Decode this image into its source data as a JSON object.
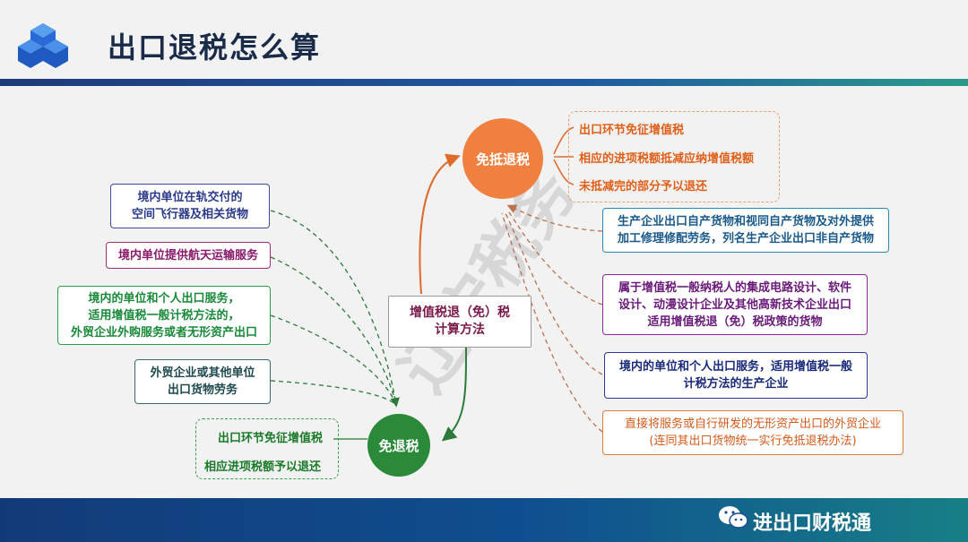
{
  "header": {
    "title": "出口退税怎么算"
  },
  "footer": {
    "account": "进出口财税通"
  },
  "watermark_text": "辽宁税务",
  "center": {
    "label_line1": "增值税退（免）税",
    "label_line2": "计算方法"
  },
  "mtt": {
    "label": "免退税",
    "items": [
      "出口环节免征增值税",
      "相应进项税额予以退还"
    ],
    "sources": [
      {
        "line1": "境内单位在轨交付的",
        "line2": "空间飞行器及相关货物"
      },
      {
        "line1": "境内单位提供航天运输服务",
        "line2": ""
      },
      {
        "line1": "境内的单位和个人出口服务，",
        "line2": "适用增值税一般计税方法的，",
        "line3": "外贸企业外购服务或者无形资产出口"
      },
      {
        "line1": "外贸企业或其他单位",
        "line2": "出口货物劳务"
      }
    ]
  },
  "mdt": {
    "label": "免抵退税",
    "items": [
      "出口环节免征增值税",
      "相应的进项税额抵减应纳增值税额",
      "未抵减完的部分予以退还"
    ],
    "sources": [
      {
        "line1": "生产企业出口自产货物和视同自产货物及对外提供",
        "line2": "加工修理修配劳务，列名生产企业出口非自产货物"
      },
      {
        "line1": "属于增值税一般纳税人的集成电路设计、软件",
        "line2": "设计、动漫设计企业及其他高新技术企业出口",
        "line3": "适用增值税退（免）税政策的货物"
      },
      {
        "line1": "境内的单位和个人出口服务，适用增值税一般",
        "line2": "计税方法的生产企业"
      },
      {
        "line1": "直接将服务或自行研发的无形资产出口的外贸企业",
        "line2": "(连同其出口货物统一实行免抵退税办法)"
      }
    ]
  },
  "colors": {
    "green_circle": "#2a8a3a",
    "orange_circle": "#f08040"
  }
}
